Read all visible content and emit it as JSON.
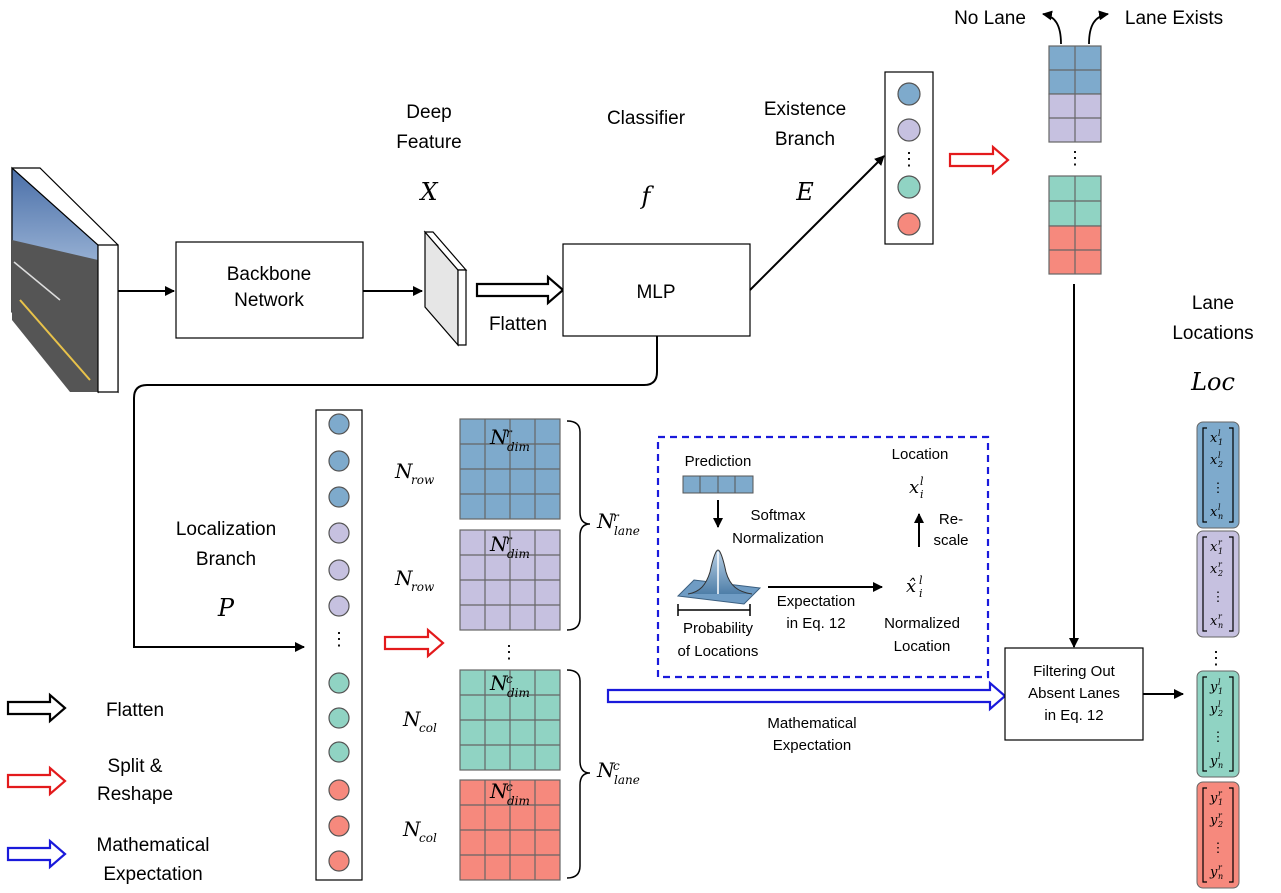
{
  "colors": {
    "blue": "#7eaacc",
    "purple": "#c6c1e0",
    "green": "#90d3c3",
    "red": "#f6897d",
    "grid_line": "#666666",
    "dashed_border": "#1a1adb",
    "split_arrow": "#e31a1c",
    "expectation_arrow": "#1a1adb"
  },
  "labels": {
    "no_lane": "No Lane",
    "lane_exists": "Lane Exists",
    "deep": "Deep",
    "feature": "Feature",
    "classifier": "Classifier",
    "existence": "Existence",
    "branch": "Branch",
    "backbone": "Backbone",
    "network": "Network",
    "flatten": "Flatten",
    "mlp": "MLP",
    "lane": "Lane",
    "locations": "Locations",
    "localization": "Localization",
    "loc_branch": "Branch",
    "prediction": "Prediction",
    "location": "Location",
    "softmax": "Softmax",
    "normalization": "Normalization",
    "re": "Re-",
    "scale": "scale",
    "expectation": "Expectation",
    "in_eq": "in Eq. 12",
    "probability": "Probability",
    "of_locations": "of Locations",
    "normalized": "Normalized",
    "location2": "Location",
    "filter1": "Filtering Out",
    "filter2": "Absent Lanes",
    "filter3": "in Eq. 12",
    "math1": "Mathematical",
    "math2": "Expectation",
    "dots": "⋮"
  },
  "symbols": {
    "X": "X",
    "f": "f",
    "E": "E",
    "P": "P",
    "Loc": "Loc",
    "N": "N",
    "sub_row": "row",
    "sub_col": "col",
    "sub_dim": "dim",
    "sub_lane": "lane",
    "sup_r": "r",
    "sup_c": "c",
    "x": "x",
    "x_hat": "x̂",
    "y": "y",
    "sub_i": "i",
    "sup_l": "l",
    "sub_1": "1",
    "sub_2": "2",
    "sub_n": "n"
  },
  "legend": {
    "flatten": "Flatten",
    "split1": "Split &",
    "split2": "Reshape",
    "mathexp1": "Mathematical",
    "mathexp2": "Expectation"
  }
}
